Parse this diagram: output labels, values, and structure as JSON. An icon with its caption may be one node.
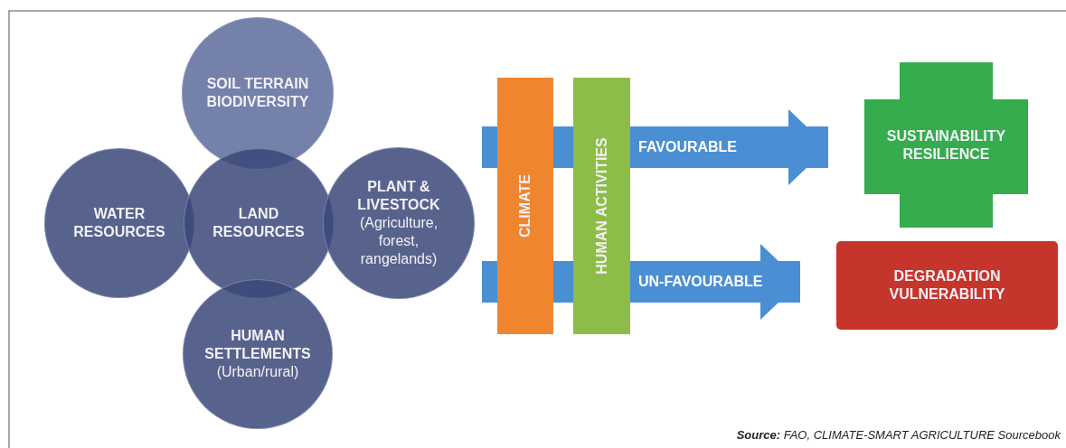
{
  "diagram": {
    "caption": "**Source:** FAO, CLIMATE-SMART AGRICULTURE Sourcebook",
    "nodes": [
      {
        "text": [
          "SOIL TERRAIN BIODIVERSITY"
        ]
      },
      {
        "text": [
          "WATER RESOURCES"
        ]
      },
      {
        "text": [
          "LAND RESOURCES"
        ]
      },
      {
        "text": [
          "PLANT & LIVESTOCK",
          "(Agriculture, forest, rangelands)"
        ]
      },
      {
        "text": [
          "HUMAN SETTLEMENTS",
          "(Urban/rural)"
        ]
      },
      {
        "text": [
          "CLIMATE"
        ]
      },
      {
        "text": [
          "HUMAN ACTIVITIES"
        ]
      },
      {
        "text": [
          "SUSTAINABILITY RESILIENCE"
        ]
      },
      {
        "text": [
          "DEGRADATION VULNERABILITY"
        ]
      }
    ],
    "edges": [
      {
        "from": 6,
        "to": 7,
        "arrow": "to",
        "label": "FAVOURABLE"
      },
      {
        "from": 6,
        "to": 8,
        "arrow": "to",
        "label": "UN-FAVOURABLE"
      }
    ]
  }
}
